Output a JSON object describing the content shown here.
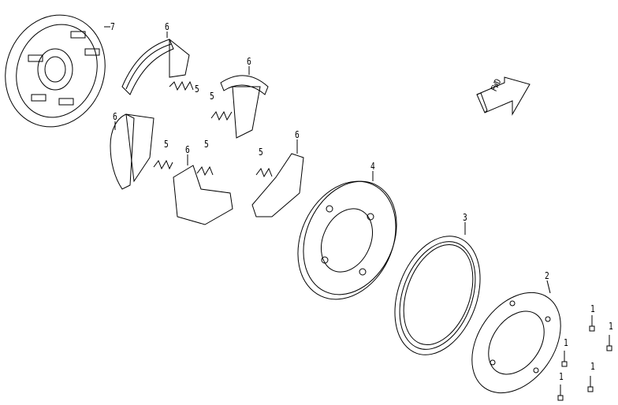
{
  "diagram": {
    "fwd_text": "FWD",
    "labels": {
      "hub": "7",
      "shoe_a": "6",
      "shoe_b": "6",
      "shoe_c": "6",
      "shoe_d": "6",
      "shoe_e": "6",
      "spring_a": "5",
      "spring_b": "5",
      "spring_c": "5",
      "spring_d": "5",
      "spring_e": "5",
      "plate": "4",
      "ring": "3",
      "cover": "2",
      "bolt_a": "1",
      "bolt_b": "1",
      "bolt_c": "1",
      "bolt_d": "1",
      "bolt_e": "1"
    }
  }
}
